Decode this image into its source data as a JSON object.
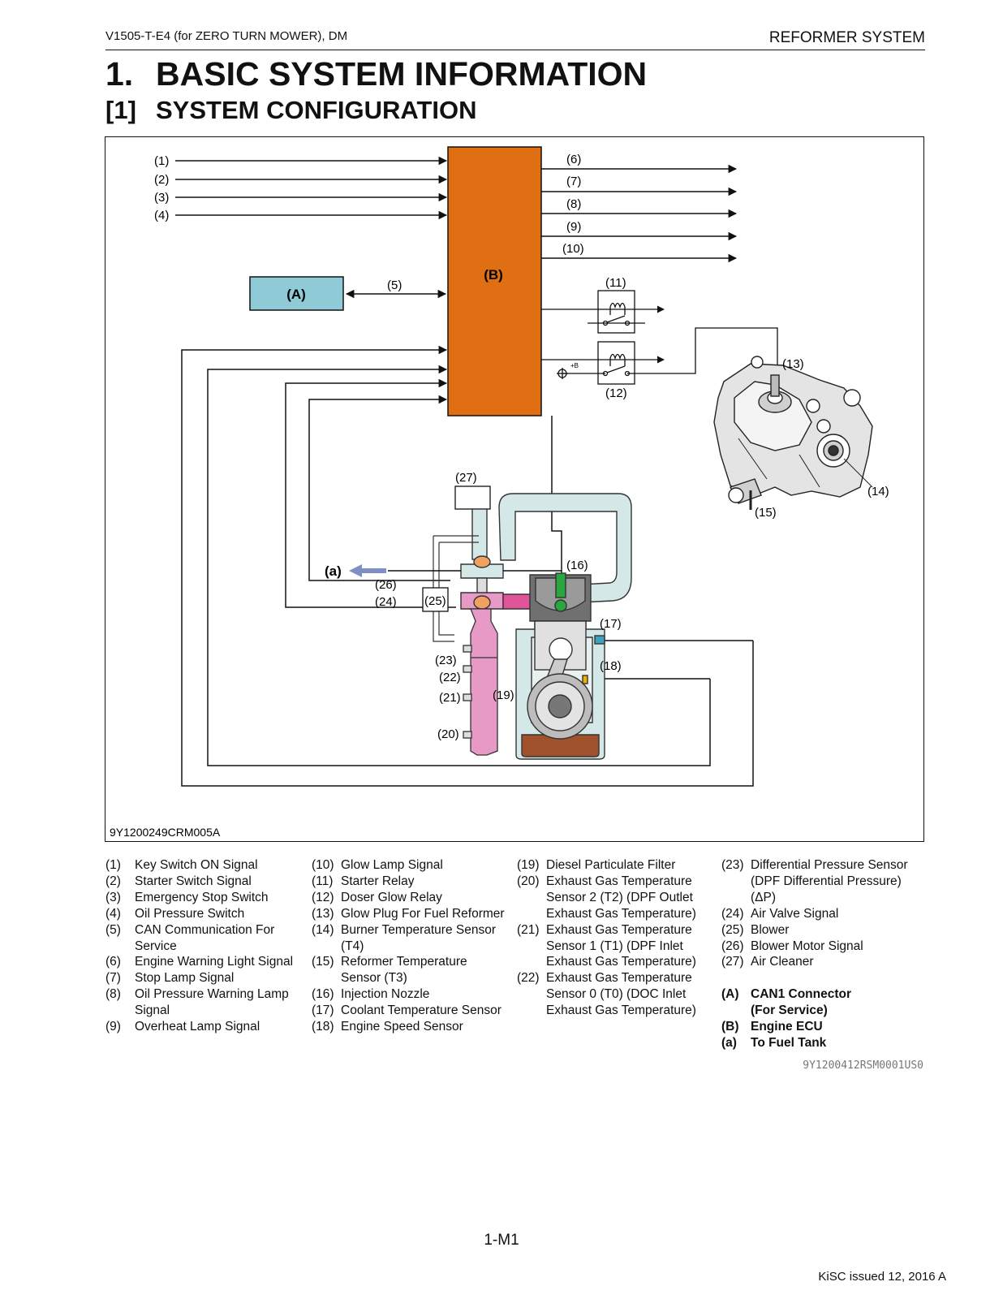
{
  "header": {
    "model": "V1505-T-E4 (for ZERO TURN MOWER), DM",
    "section": "REFORMER SYSTEM"
  },
  "title": {
    "number": "1.",
    "text": "BASIC SYSTEM INFORMATION"
  },
  "subtitle": {
    "number": "[1]",
    "text": "SYSTEM CONFIGURATION"
  },
  "diagram": {
    "figure_id": "9Y1200249CRM005A",
    "box_a": "(A)",
    "box_b": "(B)",
    "arrow_a": "(a)",
    "relay_label": "+B",
    "callouts": {
      "c1": "(1)",
      "c2": "(2)",
      "c3": "(3)",
      "c4": "(4)",
      "c5": "(5)",
      "c6": "(6)",
      "c7": "(7)",
      "c8": "(8)",
      "c9": "(9)",
      "c10": "(10)",
      "c11": "(11)",
      "c12": "(12)",
      "c13": "(13)",
      "c14": "(14)",
      "c15": "(15)",
      "c16": "(16)",
      "c17": "(17)",
      "c18": "(18)",
      "c19": "(19)",
      "c20": "(20)",
      "c21": "(21)",
      "c22": "(22)",
      "c23": "(23)",
      "c24": "(24)",
      "c25": "(25)",
      "c26": "(26)",
      "c27": "(27)"
    },
    "colors": {
      "ecu": "#e06e12",
      "can": "#8fcbd6",
      "intake": "#d5e8e8",
      "exhaust": "#e79ac6",
      "oil": "#a0522d",
      "nozzle": "#2aa640",
      "arrow": "#7f8fc4"
    }
  },
  "legend": {
    "col1": [
      {
        "n": "(1)",
        "t": "Key Switch ON Signal"
      },
      {
        "n": "(2)",
        "t": "Starter Switch Signal"
      },
      {
        "n": "(3)",
        "t": "Emergency Stop Switch"
      },
      {
        "n": "(4)",
        "t": "Oil Pressure Switch"
      },
      {
        "n": "(5)",
        "t": "CAN Communication For Service"
      },
      {
        "n": "(6)",
        "t": "Engine Warning Light Signal"
      },
      {
        "n": "(7)",
        "t": "Stop Lamp Signal"
      },
      {
        "n": "(8)",
        "t": "Oil Pressure Warning Lamp Signal"
      },
      {
        "n": "(9)",
        "t": "Overheat Lamp Signal"
      }
    ],
    "col2": [
      {
        "n": "(10)",
        "t": "Glow Lamp Signal"
      },
      {
        "n": "(11)",
        "t": "Starter Relay"
      },
      {
        "n": "(12)",
        "t": "Doser Glow Relay"
      },
      {
        "n": "(13)",
        "t": "Glow Plug For Fuel Reformer"
      },
      {
        "n": "(14)",
        "t": "Burner Temperature Sensor (T4)"
      },
      {
        "n": "(15)",
        "t": "Reformer Temperature Sensor (T3)"
      },
      {
        "n": "(16)",
        "t": "Injection Nozzle"
      },
      {
        "n": "(17)",
        "t": "Coolant Temperature Sensor"
      },
      {
        "n": "(18)",
        "t": "Engine Speed Sensor"
      }
    ],
    "col3": [
      {
        "n": "(19)",
        "t": "Diesel Particulate Filter"
      },
      {
        "n": "(20)",
        "t": "Exhaust Gas Temperature Sensor 2 (T2) (DPF Outlet Exhaust Gas Temperature)"
      },
      {
        "n": "(21)",
        "t": "Exhaust Gas Temperature Sensor 1 (T1) (DPF Inlet Exhaust Gas Temperature)"
      },
      {
        "n": "(22)",
        "t": "Exhaust Gas Temperature Sensor 0 (T0) (DOC Inlet Exhaust Gas Temperature)"
      }
    ],
    "col4": [
      {
        "n": "(23)",
        "t": "Differential Pressure Sensor (DPF Differential Pressure) (ΔP)"
      },
      {
        "n": "(24)",
        "t": "Air Valve Signal"
      },
      {
        "n": "(25)",
        "t": "Blower"
      },
      {
        "n": "(26)",
        "t": "Blower Motor Signal"
      },
      {
        "n": "(27)",
        "t": "Air Cleaner"
      }
    ],
    "col4b": [
      {
        "n": "(A)",
        "t": "CAN1 Connector (For Service)"
      },
      {
        "n": "(B)",
        "t": "Engine ECU"
      },
      {
        "n": "(a)",
        "t": "To Fuel Tank"
      }
    ]
  },
  "doc_code": "9Y1200412RSM0001US0",
  "footer": {
    "page": "1-M1",
    "issued": "KiSC issued 12, 2016 A"
  }
}
